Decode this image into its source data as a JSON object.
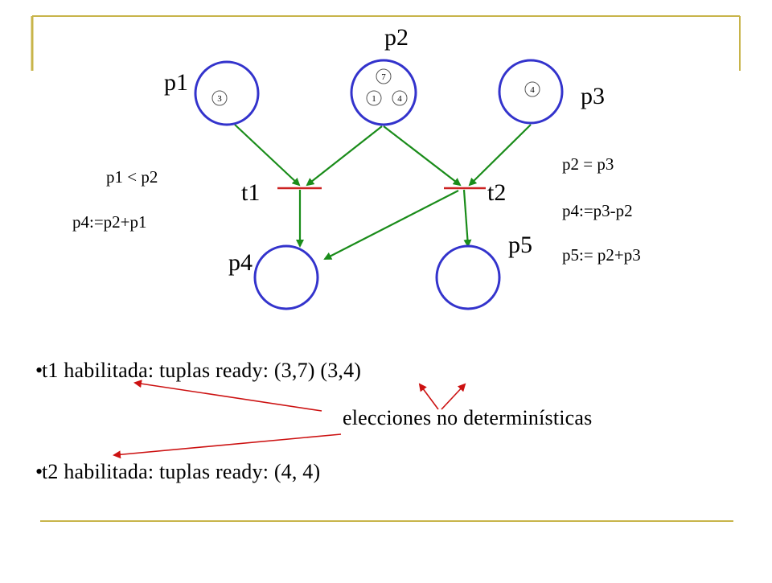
{
  "places": [
    {
      "id": "p1",
      "label": "p1",
      "tokens": [
        "3"
      ]
    },
    {
      "id": "p2",
      "label": "p2",
      "tokens": [
        "7",
        "1",
        "4"
      ]
    },
    {
      "id": "p3",
      "label": "p3",
      "tokens": [
        "4"
      ]
    },
    {
      "id": "p4",
      "label": "p4",
      "tokens": []
    },
    {
      "id": "p5",
      "label": "p5",
      "tokens": []
    }
  ],
  "transitions": [
    {
      "id": "t1",
      "label": "t1"
    },
    {
      "id": "t2",
      "label": "t2"
    }
  ],
  "conditions": {
    "t1_guard": "p1 < p2",
    "t1_action": "p4:=p2+p1",
    "t2_guard": "p2 = p3",
    "t2_action_1": "p4:=p3-p2",
    "t2_action_2": "p5:= p2+p3"
  },
  "bullets": {
    "line1": "t1 habilitada:  tuplas ready: (3,7)  (3,4)",
    "line2": "elecciones no determinísticas",
    "line3": "t2 habilitada: tuplas ready: (4, 4)"
  },
  "colors": {
    "place_stroke": "#3333cc",
    "arc": "#1a8c1a",
    "transition_bar": "#cc2222",
    "frame": "#c8b44a"
  }
}
